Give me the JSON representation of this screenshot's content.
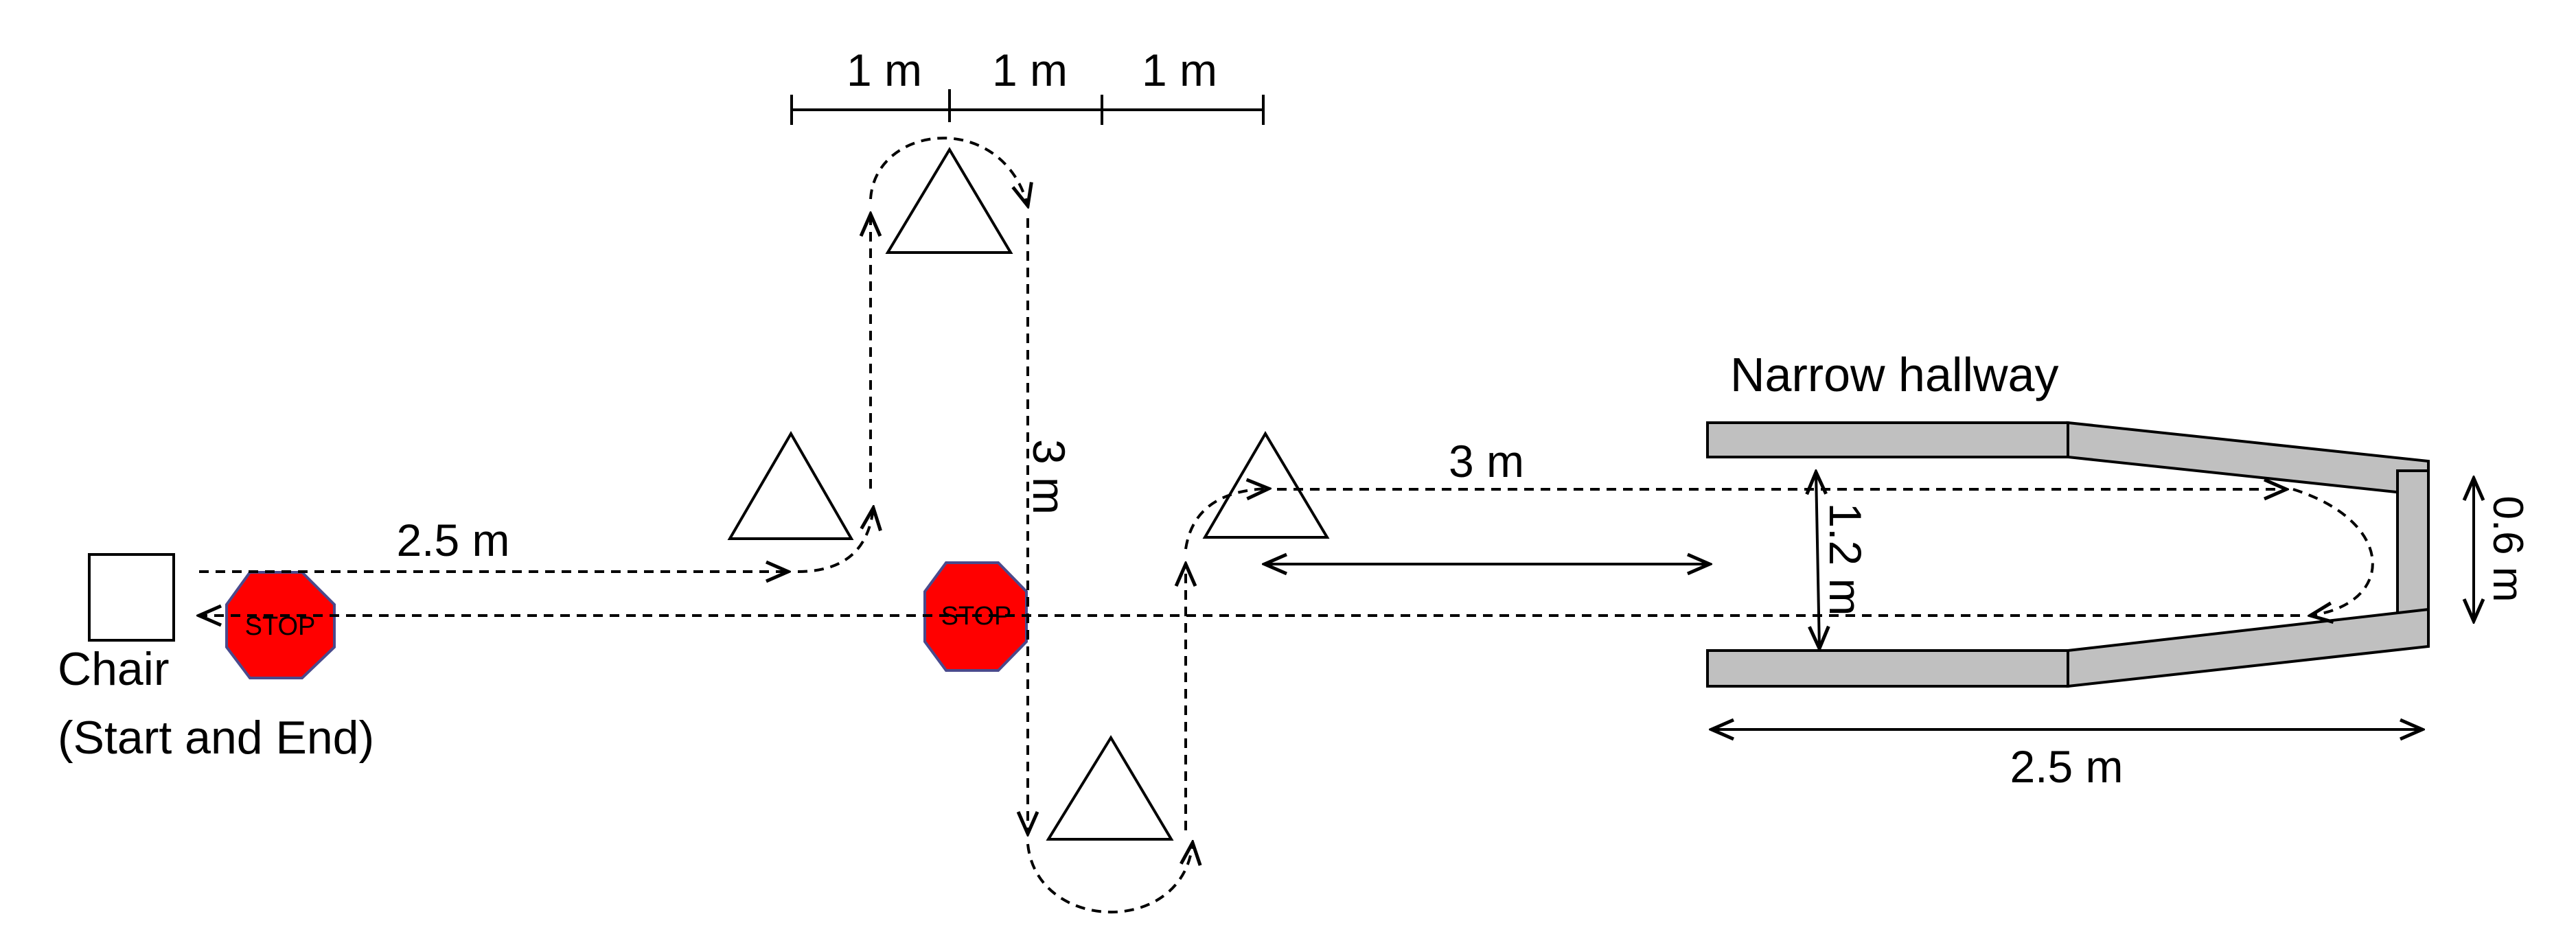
{
  "labels": {
    "dim_1m_a": "1 m",
    "dim_1m_b": "1 m",
    "dim_1m_c": "1 m",
    "dim_2_5m_path": "2.5 m",
    "dim_3m_vertical": "3 m",
    "dim_3m_horizontal": "3 m",
    "dim_1_2m": "1.2 m",
    "dim_0_6m": "0.6 m",
    "dim_2_5m_hallway": "2.5 m",
    "narrow_hallway": "Narrow hallway",
    "chair_line1": "Chair",
    "chair_line2": "(Start and End)",
    "stop_left": "STOP",
    "stop_center": "STOP"
  },
  "colors": {
    "stop_sign": "#ff0000",
    "hallway_wall": "#c0c0c0",
    "line": "#000000"
  },
  "icons": [
    "chair-square",
    "stop-sign",
    "cone-triangle",
    "hallway-wall"
  ]
}
